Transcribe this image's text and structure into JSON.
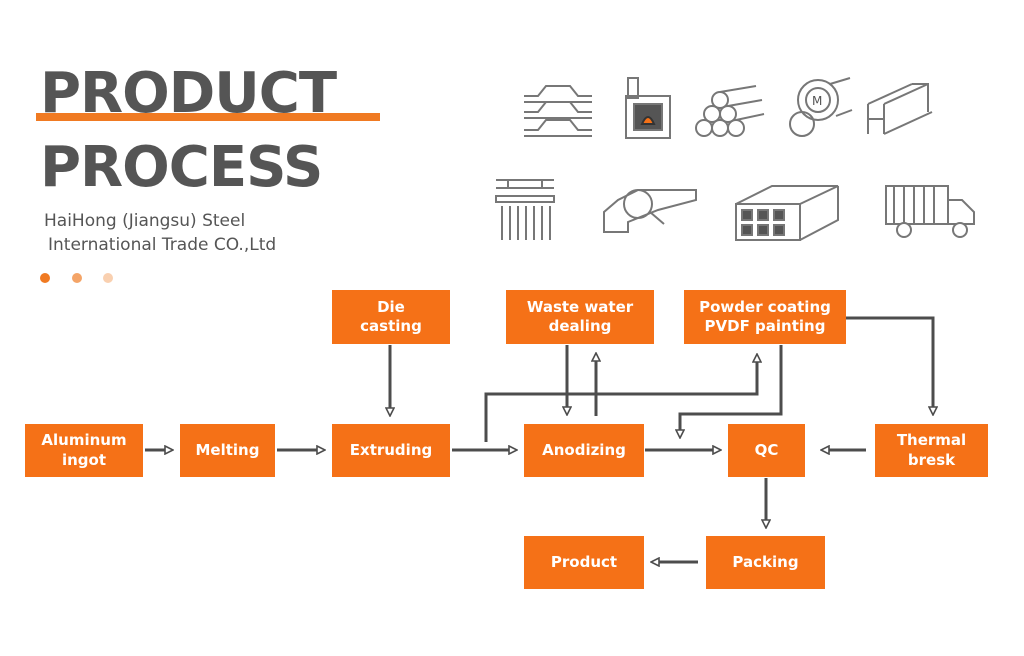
{
  "header": {
    "title_line1": "PRODUCT",
    "title_line2": "PROCESS",
    "company_line1": "HaiHong (Jiangsu) Steel",
    "company_line2": "International Trade CO.,Ltd"
  },
  "colors": {
    "accent": "#f57117",
    "title_text": "#555555",
    "arrow": "#4d4d4d",
    "dots": [
      "#f07a22",
      "#f4a467",
      "#f9d0b0"
    ]
  },
  "product_icons": [
    {
      "icon": "corrugated-sheet-icon"
    },
    {
      "icon": "furnace-icon"
    },
    {
      "icon": "pipe-stack-icon"
    },
    {
      "icon": "pipe-cross-section-icon"
    },
    {
      "icon": "h-beam-icon"
    },
    {
      "icon": "extrusion-press-icon"
    },
    {
      "icon": "angle-profile-icon"
    },
    {
      "icon": "square-tube-bundle-icon"
    },
    {
      "icon": "truck-icon"
    }
  ],
  "flow": {
    "nodes": {
      "die_casting": "Die\ncasting",
      "waste_water": "Waste water\ndealing",
      "powder_coating": "Powder coating\nPVDF painting",
      "aluminum_ingot": "Aluminum\ningot",
      "melting": "Melting",
      "extruding": "Extruding",
      "anodizing": "Anodizing",
      "qc": "QC",
      "thermal_break": "Thermal\nbresk",
      "product": "Product",
      "packing": "Packing"
    }
  }
}
